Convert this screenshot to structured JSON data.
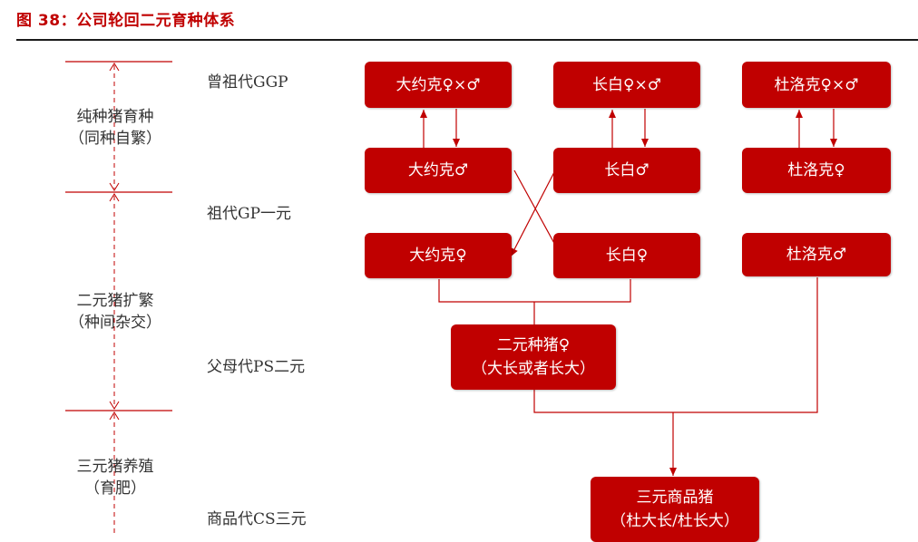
{
  "title": "图 38：公司轮回二元育种体系",
  "stages": [
    {
      "line1": "纯种猪育种",
      "line2": "（同种自繁）"
    },
    {
      "line1": "二元猪扩繁",
      "line2": "（种间杂交）"
    },
    {
      "line1": "三元猪养殖",
      "line2": "（育肥）"
    }
  ],
  "generations": [
    "曾祖代GGP",
    "祖代GP一元",
    "父母代PS二元",
    "商品代CS三元"
  ],
  "boxes": {
    "ggp_yorkshire": "大约克♀×♂",
    "ggp_landrace": "长白♀×♂",
    "ggp_duroc": "杜洛克♀×♂",
    "gp_yorkshire_male": "大约克♂",
    "gp_landrace_male": "长白♂",
    "gp_duroc_female": "杜洛克♀",
    "gp_yorkshire_female": "大约克♀",
    "gp_landrace_female": "长白♀",
    "gp_duroc_male": "杜洛克♂",
    "ps_line1": "二元种猪♀",
    "ps_line2": "（大长或者长大）",
    "cs_line1": "三元商品猪",
    "cs_line2": "（杜大长/杜长大）"
  },
  "colors": {
    "accent": "#c00000",
    "dashed": "#c00000",
    "text": "#333333"
  }
}
